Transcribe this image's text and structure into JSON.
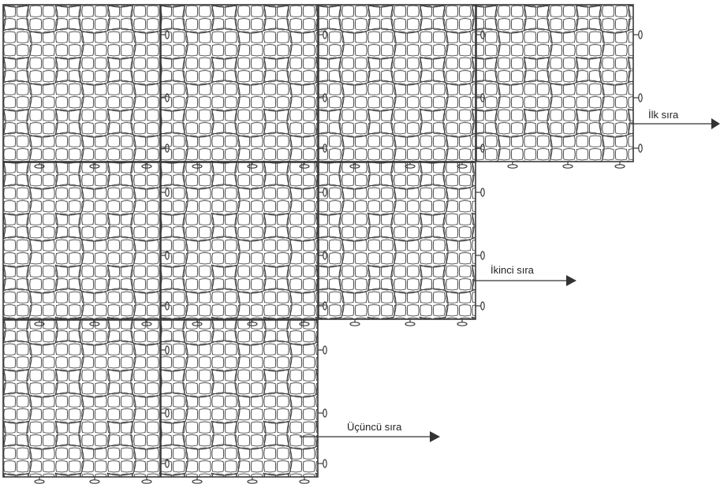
{
  "rows": [
    {
      "label": "İlk sıra",
      "tiles": 4
    },
    {
      "label": "İkinci sıra",
      "tiles": 3
    },
    {
      "label": "Üçüncü sıra",
      "tiles": 2
    }
  ],
  "colors": {
    "stroke": "#3a3a3a",
    "background": "#ffffff",
    "arrow": "#333333"
  }
}
